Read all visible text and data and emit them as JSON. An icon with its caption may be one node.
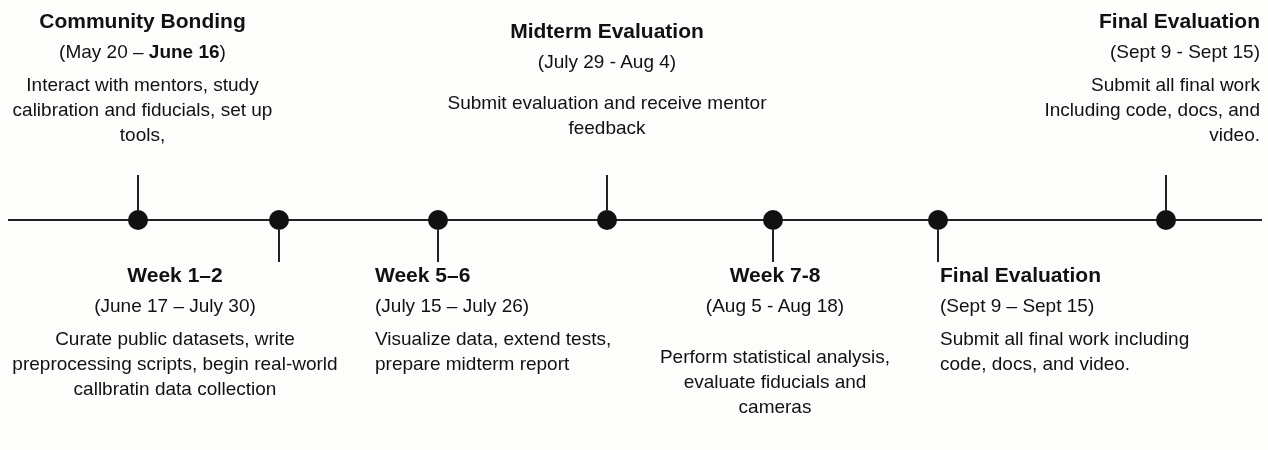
{
  "diagram": {
    "nodes": [
      {
        "text": [
          "Community Bonding",
          "(May 20 – **June 16**)",
          "Interact with mentors, study calibration and fiducials, set up tools,"
        ]
      },
      {
        "text": [
          "Midterm Evaluation",
          "(July 29 - Aug 4)",
          "Submit evaluation and receive mentor feedback"
        ]
      },
      {
        "text": [
          "Final Evaluation",
          "(Sept 9 - Sept 15)",
          "Submit all final work Including code, docs, and video."
        ]
      },
      {
        "text": [
          "Week 1–2",
          "(June 17 – July 30)",
          "Curate public datasets, write preprocessing scripts, begin real-world callbratin data collection"
        ]
      },
      {
        "text": [
          "Week 5–6",
          "(July 15 – July 26)",
          "Visualize data, extend tests, prepare midterm report"
        ]
      },
      {
        "text": [
          "Week 7-8",
          "(Aug 5 - Aug 18)",
          "Perform statistical analysis, evaluate fiducials and cameras"
        ]
      },
      {
        "text": [
          "Final Evaluation",
          "(Sept 9 – Sept 15)",
          "Submit all final work including code, docs, and video."
        ]
      },
      {
        "text": [],
        "shape": "circle"
      },
      {
        "text": [],
        "shape": "circle"
      },
      {
        "text": [],
        "shape": "circle"
      },
      {
        "text": [],
        "shape": "circle"
      },
      {
        "text": [],
        "shape": "circle"
      },
      {
        "text": [],
        "shape": "circle"
      },
      {
        "text": [],
        "shape": "circle"
      }
    ],
    "edges": [
      {
        "from": 7,
        "to": 0,
        "arrow": "none"
      },
      {
        "from": 8,
        "to": 3,
        "arrow": "none"
      },
      {
        "from": 9,
        "to": 4,
        "arrow": "none"
      },
      {
        "from": 10,
        "to": 1,
        "arrow": "none"
      },
      {
        "from": 11,
        "to": 5,
        "arrow": "none"
      },
      {
        "from": 12,
        "to": 6,
        "arrow": "none"
      },
      {
        "from": 13,
        "to": 2,
        "arrow": "none"
      }
    ]
  }
}
